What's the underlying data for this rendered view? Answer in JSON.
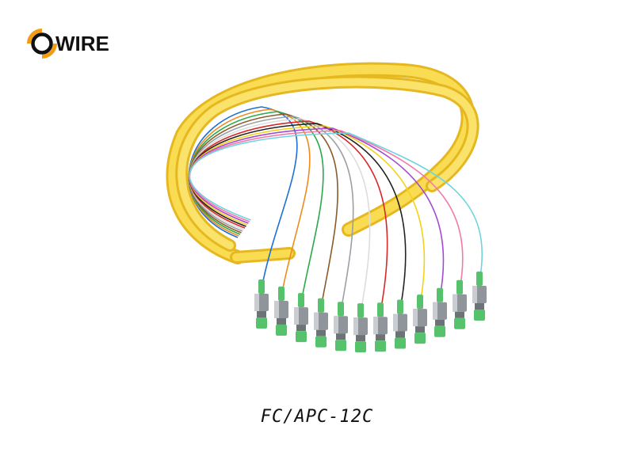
{
  "logo": {
    "text": "OWIRE",
    "accent_color": "#f39c12"
  },
  "product": {
    "caption": "FC/APC-12C",
    "connector_count": 12,
    "fiber_colors": [
      "#1e6fd6",
      "#f08a1c",
      "#2aa84a",
      "#8b5a2b",
      "#9aa0a6",
      "#ffffff",
      "#d62828",
      "#222222",
      "#f2d21b",
      "#a24bd1",
      "#f27aa8",
      "#6fd3e0"
    ],
    "cable_color": "#f7d23a",
    "boot_color": "#56c26b"
  }
}
